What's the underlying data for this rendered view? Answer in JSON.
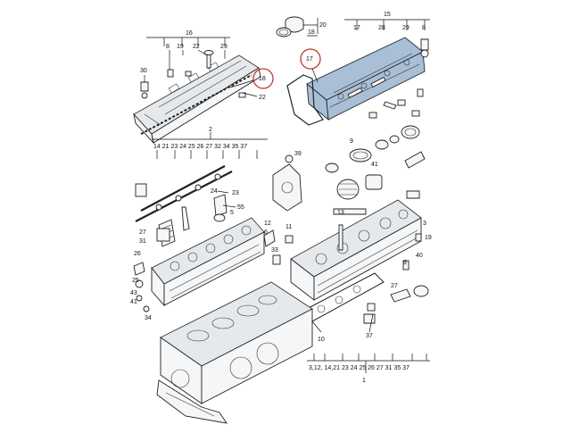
{
  "diagram": {
    "callouts": {
      "c16": "16",
      "c8a": "8",
      "c19a": "19",
      "c22a": "22",
      "c29a": "29",
      "c30": "30",
      "c18hl": "18",
      "c22b": "22",
      "c20": "20",
      "c18b": "18",
      "c15": "15",
      "c17a": "17",
      "c28": "28",
      "c29b": "29",
      "c8b": "8",
      "c17hl": "17",
      "c2": "2",
      "row2": "14 21 23 24 25 26 27 32 34 35 37",
      "c39": "39",
      "c9a": "9",
      "c41a": "41",
      "c24": "24",
      "c23": "23",
      "c5a": "5",
      "c55": "55",
      "c12": "12",
      "c6": "6",
      "c11": "11",
      "c33": "33",
      "c27a": "27",
      "c31": "31",
      "c26": "26",
      "c25": "25",
      "c43": "43",
      "c41b": "41",
      "c34": "34",
      "c3": "3",
      "c19b": "19",
      "c40": "40",
      "c13": "13",
      "c10": "10",
      "c37": "37",
      "c27b": "27",
      "c9b": "9",
      "row1": "3,12, 14,21 23 24 25 26 27 31 35 37",
      "c1": "1"
    },
    "highlight_color": "#c0392b",
    "cover_color": "#a9bfd6"
  }
}
